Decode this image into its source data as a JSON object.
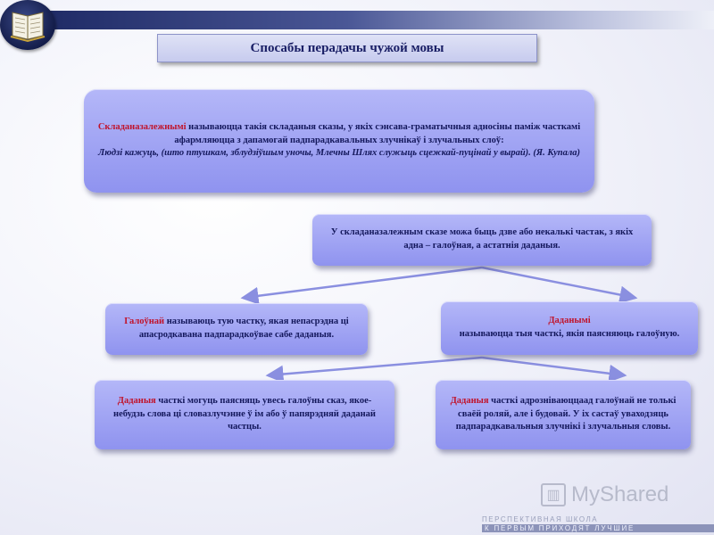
{
  "slide": {
    "title": "Спосабы перадачы чужой мовы",
    "definition": {
      "term": "Складаназалежнымі",
      "text": "называюцца такія складаныя сказы, у якіх сэнсава-граматычныя адносіны паміж часткамі афармляюцца з дапамогай падпарадкавальных злучнікаў і злучальных слоў:",
      "example": "Людзі кажуць, (што птушкам, зблудзіўшым уночы, Млечны Шлях служыць сцежкай-пуцінай у вырай). (Я. Купала)"
    },
    "intro": "У складаназалежным сказе можа быць дзве або некалькі частак, з якіх адна – галоўная, а астатнія даданыя.",
    "main_part": {
      "term": "Галоўнай",
      "text": "называюць тую частку, якая непасрэдна ці апасродкавана падпарадкоўвае сабе даданыя."
    },
    "dependent_part": {
      "term": "Даданымі",
      "text": "называюцца тыя часткі, якія паясняюць галоўную."
    },
    "dependent_role": {
      "term": "Даданыя",
      "text": "часткі могуць паясняць увесь галоўны сказ, якое-небудзь слова ці словазлучэнне ў ім або ў папярэдняй даданай частцы."
    },
    "dependent_conj": {
      "term": "Даданыя",
      "text": "часткі адрозніваюццаад галоўнай не толькі сваёй роляй, але і будовай. У іх састаў уваходзяць падпарадкавальныя злучнікі і злучальныя словы."
    }
  },
  "watermark": {
    "text": "MyShared"
  },
  "footer": {
    "line1": "ПЕРСПЕКТИВНАЯ ШКОЛА",
    "line2": "К ПЕРВЫМ ПРИХОДЯТ ЛУЧШИЕ"
  },
  "colors": {
    "box": "#9fa3f3",
    "accent": "#c0142c",
    "text": "#14185c"
  },
  "icons": {
    "logo": "book-icon",
    "watermark": "presentation-icon"
  }
}
